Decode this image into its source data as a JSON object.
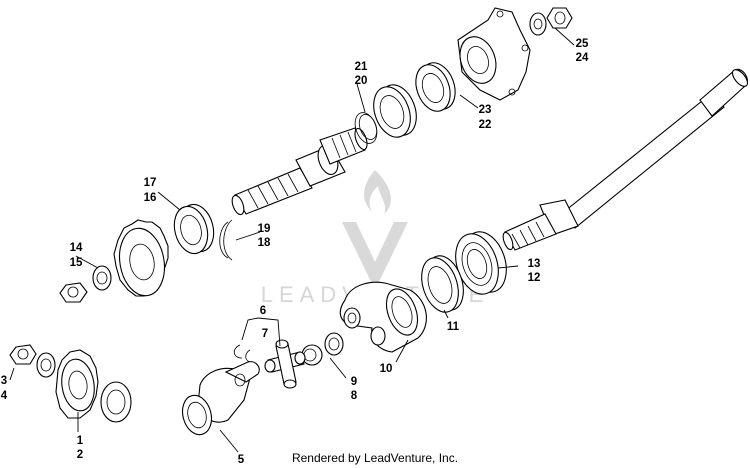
{
  "watermark": {
    "text": "LEADVENTURE"
  },
  "footer": {
    "text": "Rendered by LeadVenture, Inc."
  },
  "callouts": {
    "c1": "1",
    "c2": "2",
    "c3": "3",
    "c4": "4",
    "c5": "5",
    "c6": "6",
    "c7": "7",
    "c8": "8",
    "c9": "9",
    "c10": "10",
    "c11": "11",
    "c12": "12",
    "c13": "13",
    "c14": "14",
    "c15": "15",
    "c16": "16",
    "c17": "17",
    "c18": "18",
    "c19": "19",
    "c20": "20",
    "c21": "21",
    "c22": "22",
    "c23": "23",
    "c24": "24",
    "c25": "25"
  }
}
